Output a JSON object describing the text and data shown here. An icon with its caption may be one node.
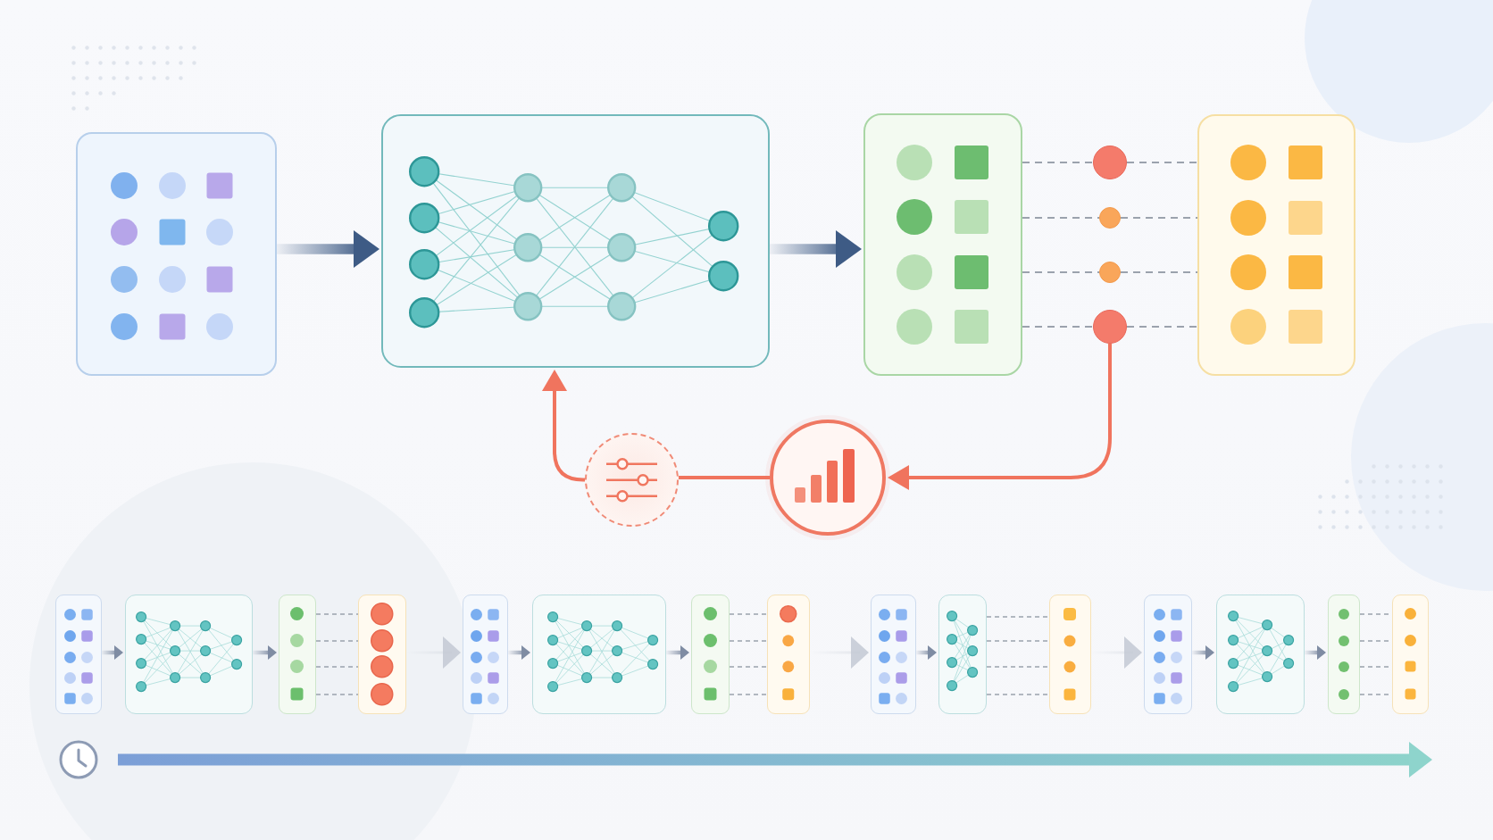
{
  "diagram": {
    "nodes": [
      {
        "text": [],
        "shape": "box"
      },
      {
        "text": [],
        "shape": "box"
      },
      {
        "text": [],
        "shape": "box"
      },
      {
        "text": [],
        "shape": "circle"
      },
      {
        "text": [],
        "shape": "circle"
      },
      {
        "text": [],
        "shape": "circle"
      },
      {
        "text": [],
        "shape": "circle"
      },
      {
        "text": [],
        "shape": "box"
      },
      {
        "text": [],
        "shape": "circle"
      },
      {
        "text": [],
        "shape": "circle"
      },
      {
        "text": [],
        "shape": "box"
      },
      {
        "text": [],
        "shape": "box"
      },
      {
        "text": [],
        "shape": "box"
      },
      {
        "text": [],
        "shape": "box"
      },
      {
        "text": [],
        "shape": "box"
      },
      {
        "text": [],
        "shape": "box"
      },
      {
        "text": [],
        "shape": "box"
      },
      {
        "text": [],
        "shape": "box"
      },
      {
        "text": [],
        "shape": "box"
      },
      {
        "text": [],
        "shape": "box"
      },
      {
        "text": [],
        "shape": "box"
      },
      {
        "text": [],
        "shape": "box"
      },
      {
        "text": [],
        "shape": "box"
      },
      {
        "text": [],
        "shape": "box"
      },
      {
        "text": [],
        "shape": "box"
      }
    ],
    "edges": [
      {
        "from": 0,
        "to": 1,
        "arrow": "to",
        "style": "thick",
        "color": "#3e5b85"
      },
      {
        "from": 1,
        "to": 2,
        "arrow": "to",
        "style": "thick",
        "color": "#3e5b85"
      },
      {
        "from": 2,
        "to": 3,
        "arrow": "none",
        "style": "dashed"
      },
      {
        "from": 3,
        "to": 7,
        "arrow": "none",
        "style": "dashed"
      },
      {
        "from": 2,
        "to": 4,
        "arrow": "none",
        "style": "dashed"
      },
      {
        "from": 4,
        "to": 7,
        "arrow": "none",
        "style": "dashed"
      },
      {
        "from": 2,
        "to": 5,
        "arrow": "none",
        "style": "dashed"
      },
      {
        "from": 5,
        "to": 7,
        "arrow": "none",
        "style": "dashed"
      },
      {
        "from": 2,
        "to": 6,
        "arrow": "none",
        "style": "dashed"
      },
      {
        "from": 6,
        "to": 7,
        "arrow": "none",
        "style": "dashed"
      },
      {
        "from": 6,
        "to": 9,
        "arrow": "to",
        "color": "#f0745e"
      },
      {
        "from": 9,
        "to": 8,
        "arrow": "none",
        "color": "#f0745e"
      },
      {
        "from": 8,
        "to": 1,
        "arrow": "to",
        "color": "#f0745e"
      },
      {
        "from": 10,
        "to": 11,
        "arrow": "to",
        "style": "thick",
        "color": "#7f8ca3"
      },
      {
        "from": 11,
        "to": 12,
        "arrow": "to",
        "style": "thick",
        "color": "#7f8ca3"
      },
      {
        "from": 12,
        "to": 13,
        "arrow": "none",
        "style": "dashed"
      },
      {
        "from": 12,
        "to": 13,
        "arrow": "none",
        "style": "dashed"
      },
      {
        "from": 12,
        "to": 13,
        "arrow": "none",
        "style": "dashed"
      },
      {
        "from": 12,
        "to": 13,
        "arrow": "none",
        "style": "dashed"
      },
      {
        "from": 13,
        "to": 14,
        "arrow": "to",
        "color": "#c3c9d3"
      },
      {
        "from": 14,
        "to": 15,
        "arrow": "to",
        "style": "thick",
        "color": "#7f8ca3"
      },
      {
        "from": 15,
        "to": 16,
        "arrow": "to",
        "style": "thick",
        "color": "#7f8ca3"
      },
      {
        "from": 16,
        "to": 17,
        "arrow": "none",
        "style": "dashed"
      },
      {
        "from": 16,
        "to": 17,
        "arrow": "none",
        "style": "dashed"
      },
      {
        "from": 16,
        "to": 17,
        "arrow": "none",
        "style": "dashed"
      },
      {
        "from": 16,
        "to": 17,
        "arrow": "none",
        "style": "dashed"
      },
      {
        "from": 17,
        "to": 18,
        "arrow": "to",
        "color": "#c3c9d3"
      },
      {
        "from": 18,
        "to": 19,
        "arrow": "to",
        "style": "thick",
        "color": "#7f8ca3"
      },
      {
        "from": 19,
        "to": 20,
        "arrow": "none",
        "style": "dashed"
      },
      {
        "from": 19,
        "to": 20,
        "arrow": "none",
        "style": "dashed"
      },
      {
        "from": 19,
        "to": 20,
        "arrow": "none",
        "style": "dashed"
      },
      {
        "from": 19,
        "to": 20,
        "arrow": "none",
        "style": "dashed"
      },
      {
        "from": 20,
        "to": 21,
        "arrow": "to",
        "color": "#c3c9d3"
      },
      {
        "from": 21,
        "to": 22,
        "arrow": "to",
        "style": "thick",
        "color": "#7f8ca3"
      },
      {
        "from": 22,
        "to": 23,
        "arrow": "to",
        "style": "thick",
        "color": "#7f8ca3"
      },
      {
        "from": 23,
        "to": 24,
        "arrow": "none",
        "style": "dashed"
      },
      {
        "from": 23,
        "to": 24,
        "arrow": "none",
        "style": "dashed"
      },
      {
        "from": 23,
        "to": 24,
        "arrow": "none",
        "style": "dashed"
      },
      {
        "from": 23,
        "to": 24,
        "arrow": "none",
        "style": "dashed"
      }
    ]
  }
}
